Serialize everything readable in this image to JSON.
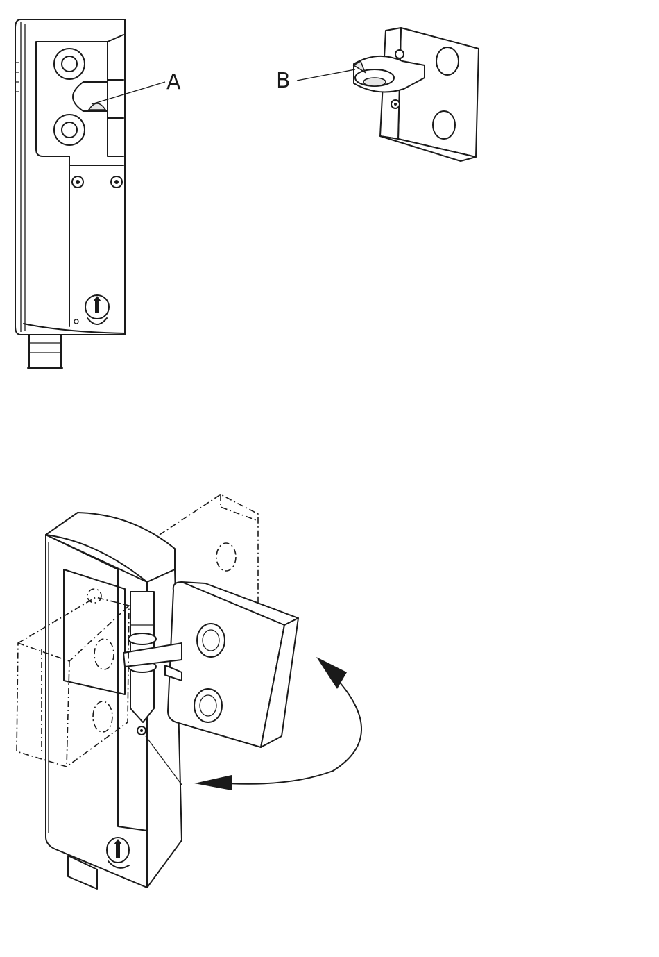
{
  "callouts": {
    "a": "A",
    "b": "B"
  },
  "figure_views": [
    "switch-front-view-with-slot",
    "hinge-actuator-block",
    "assembled-hinge-switch-swing"
  ]
}
